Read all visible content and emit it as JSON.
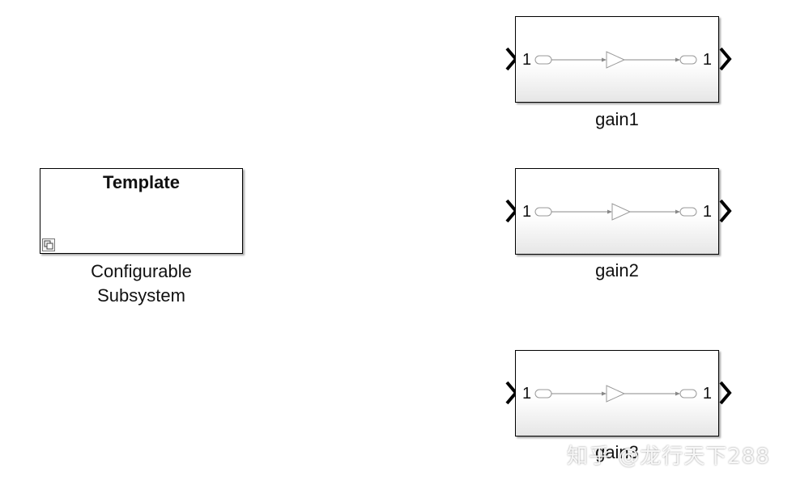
{
  "template_block": {
    "title": "Template",
    "caption_line1": "Configurable",
    "caption_line2": "Subsystem"
  },
  "subsystems": [
    {
      "name": "gain1",
      "in_port": "1",
      "out_port": "1"
    },
    {
      "name": "gain2",
      "in_port": "1",
      "out_port": "1"
    },
    {
      "name": "gain3",
      "in_port": "1",
      "out_port": "1"
    }
  ],
  "watermark": "知乎 @龙行天下288",
  "colors": {
    "block_border": "#000000",
    "inner_line": "#888888",
    "gradient_bottom": "#e6e6e6"
  }
}
